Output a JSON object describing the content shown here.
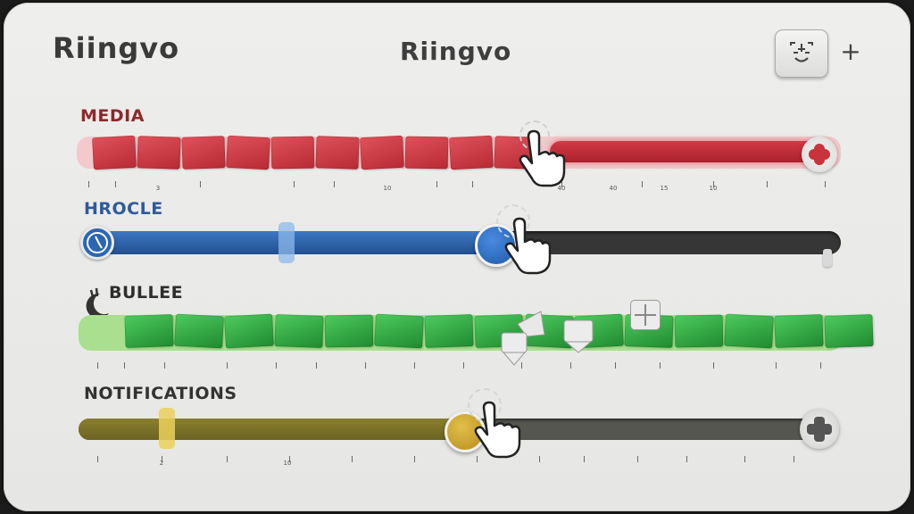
{
  "header": {
    "brand_left": "Riingvo",
    "brand_center": "Riingvo",
    "plus_label": "+",
    "face_icon": "face-settings-icon"
  },
  "sliders": {
    "media": {
      "label": "MEDIA",
      "color": "#c7363f",
      "level_percent": 60,
      "tick_labels": [
        "3",
        "10",
        "40",
        "40",
        "15",
        "10"
      ]
    },
    "hrocle": {
      "label": "HROCLE",
      "color": "#2b66b3",
      "level_percent": 52
    },
    "bullee": {
      "label": "BULLEE",
      "color": "#2fa344",
      "level_percent": 100
    },
    "notifications": {
      "label": "NOTIFICATIONS",
      "color": "#c9a632",
      "level_percent": 51,
      "tick_labels": [
        "2",
        "10"
      ]
    }
  }
}
